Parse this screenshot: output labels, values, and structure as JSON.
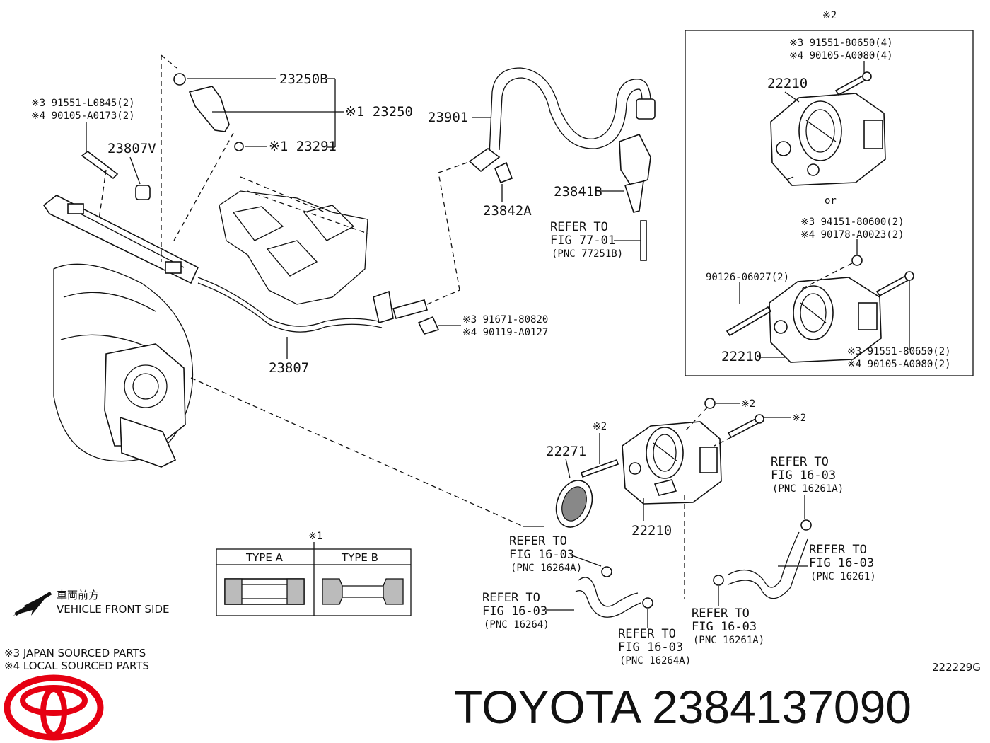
{
  "labels": {
    "j3_hdr": "※2",
    "ins_a": "※3 91551-80650(4)",
    "ins_b": "※4 90105-A0080(4)",
    "ins_22210_top": "22210",
    "ins_or": "or",
    "ins_c": "※3 94151-80600(2)",
    "ins_d": "※4 90178-A0023(2)",
    "ins_e": "90126-06027(2)",
    "ins_22210_bot": "22210",
    "ins_f": "※3 91551-80650(2)",
    "ins_g": "※4 90105-A0080(2)",
    "p_23250B": "23250B",
    "p_23250": "※1 23250",
    "p_23291": "※1 23291",
    "p_bolt1": "※3 91551-L0845(2)",
    "p_bolt2": "※4 90105-A0173(2)",
    "p_23807V": "23807V",
    "p_23901": "23901",
    "p_23842A": "23842A",
    "p_23841B": "23841B",
    "ref77_1": "REFER TO",
    "ref77_2": "FIG 77-01",
    "ref77_3": "(PNC 77251B)",
    "p_91671": "※3 91671-80820",
    "p_90119": "※4 90119-A0127",
    "p_23807": "23807",
    "p_x2a": "※2",
    "p_x2b": "※2",
    "p_x2c": "※2",
    "p_22271": "22271",
    "p_22210": "22210",
    "refA_1": "REFER TO",
    "refA_2": "FIG 16-03",
    "refA_3": "(PNC 16261A)",
    "refB_1": "REFER TO",
    "refB_2": "FIG 16-03",
    "refB_3": "(PNC 16261)",
    "refC_1": "REFER TO",
    "refC_2": "FIG 16-03",
    "refC_3": "(PNC 16264A)",
    "refD_1": "REFER TO",
    "refD_2": "FIG 16-03",
    "refD_3": "(PNC 16264)",
    "refE_1": "REFER TO",
    "refE_2": "FIG 16-03",
    "refE_3": "(PNC 16264A)",
    "refF_1": "REFER TO",
    "refF_2": "FIG 16-03",
    "refF_3": "(PNC 16261A)",
    "type_hdr": "※1",
    "type_a": "TYPE A",
    "type_b": "TYPE B",
    "front_jp": "車両前方",
    "front_en": "VEHICLE FRONT SIDE",
    "note3": "※3 JAPAN SOURCED PARTS",
    "note4": "※4 LOCAL SOURCED PARTS",
    "fig_code": "222229G",
    "brand_title": "TOYOTA 2384137090"
  },
  "colors": {
    "logo_red": "#e60012",
    "ink": "#111111"
  },
  "icons": {
    "logo": "toyota-logo-icon",
    "arrow": "front-direction-arrow-icon"
  }
}
